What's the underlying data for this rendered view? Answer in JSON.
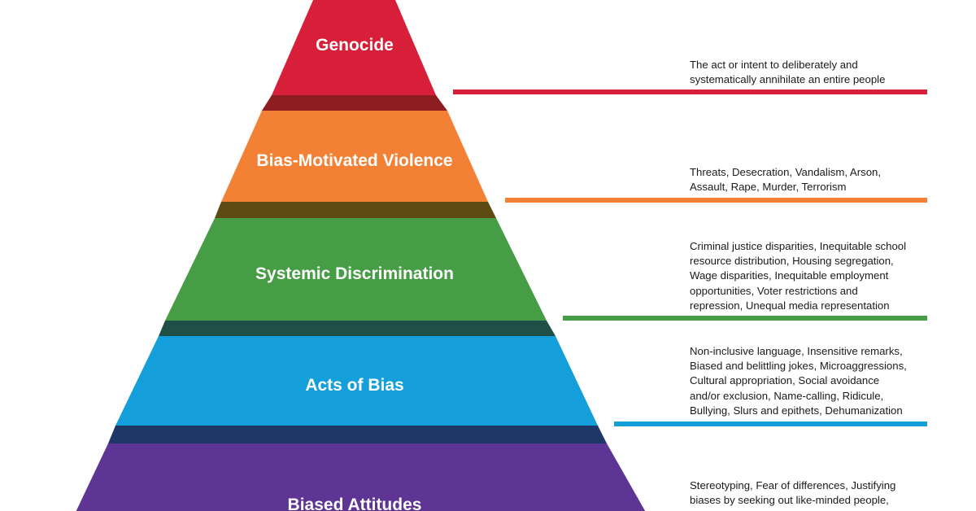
{
  "tiers": [
    {
      "label": "Genocide",
      "color": "#d81f3a",
      "shadow_color": "#8e1d22",
      "description_lines": [
        "The act or intent to deliberately and",
        "systematically annihilate an entire people"
      ]
    },
    {
      "label": "Bias-Motivated Violence",
      "color": "#f28135",
      "shadow_color": "#5d4b12",
      "description_lines": [
        "Threats, Desecration, Vandalism, Arson,",
        "Assault, Rape, Murder, Terrorism"
      ]
    },
    {
      "label": "Systemic Discrimination",
      "color": "#479d46",
      "shadow_color": "#1f4f46",
      "description_lines": [
        "Criminal justice disparities, Inequitable school",
        "resource distribution, Housing segregation,",
        "Wage disparities, Inequitable employment",
        "opportunities, Voter restrictions and",
        "repression, Unequal media representation"
      ]
    },
    {
      "label": "Acts of Bias",
      "color": "#159fda",
      "shadow_color": "#1e3767",
      "description_lines": [
        "Non-inclusive language, Insensitive remarks,",
        "Biased and belittling jokes, Microaggressions,",
        "Cultural appropriation, Social avoidance",
        "and/or exclusion, Name-calling, Ridicule,",
        "Bullying, Slurs and epithets, Dehumanization"
      ]
    },
    {
      "label": "Biased Attitudes",
      "color": "#5e3494",
      "shadow_color": "#3a2160",
      "description_lines": [
        "Stereotyping, Fear of differences, Justifying",
        "biases by seeking out like-minded people,"
      ]
    }
  ]
}
